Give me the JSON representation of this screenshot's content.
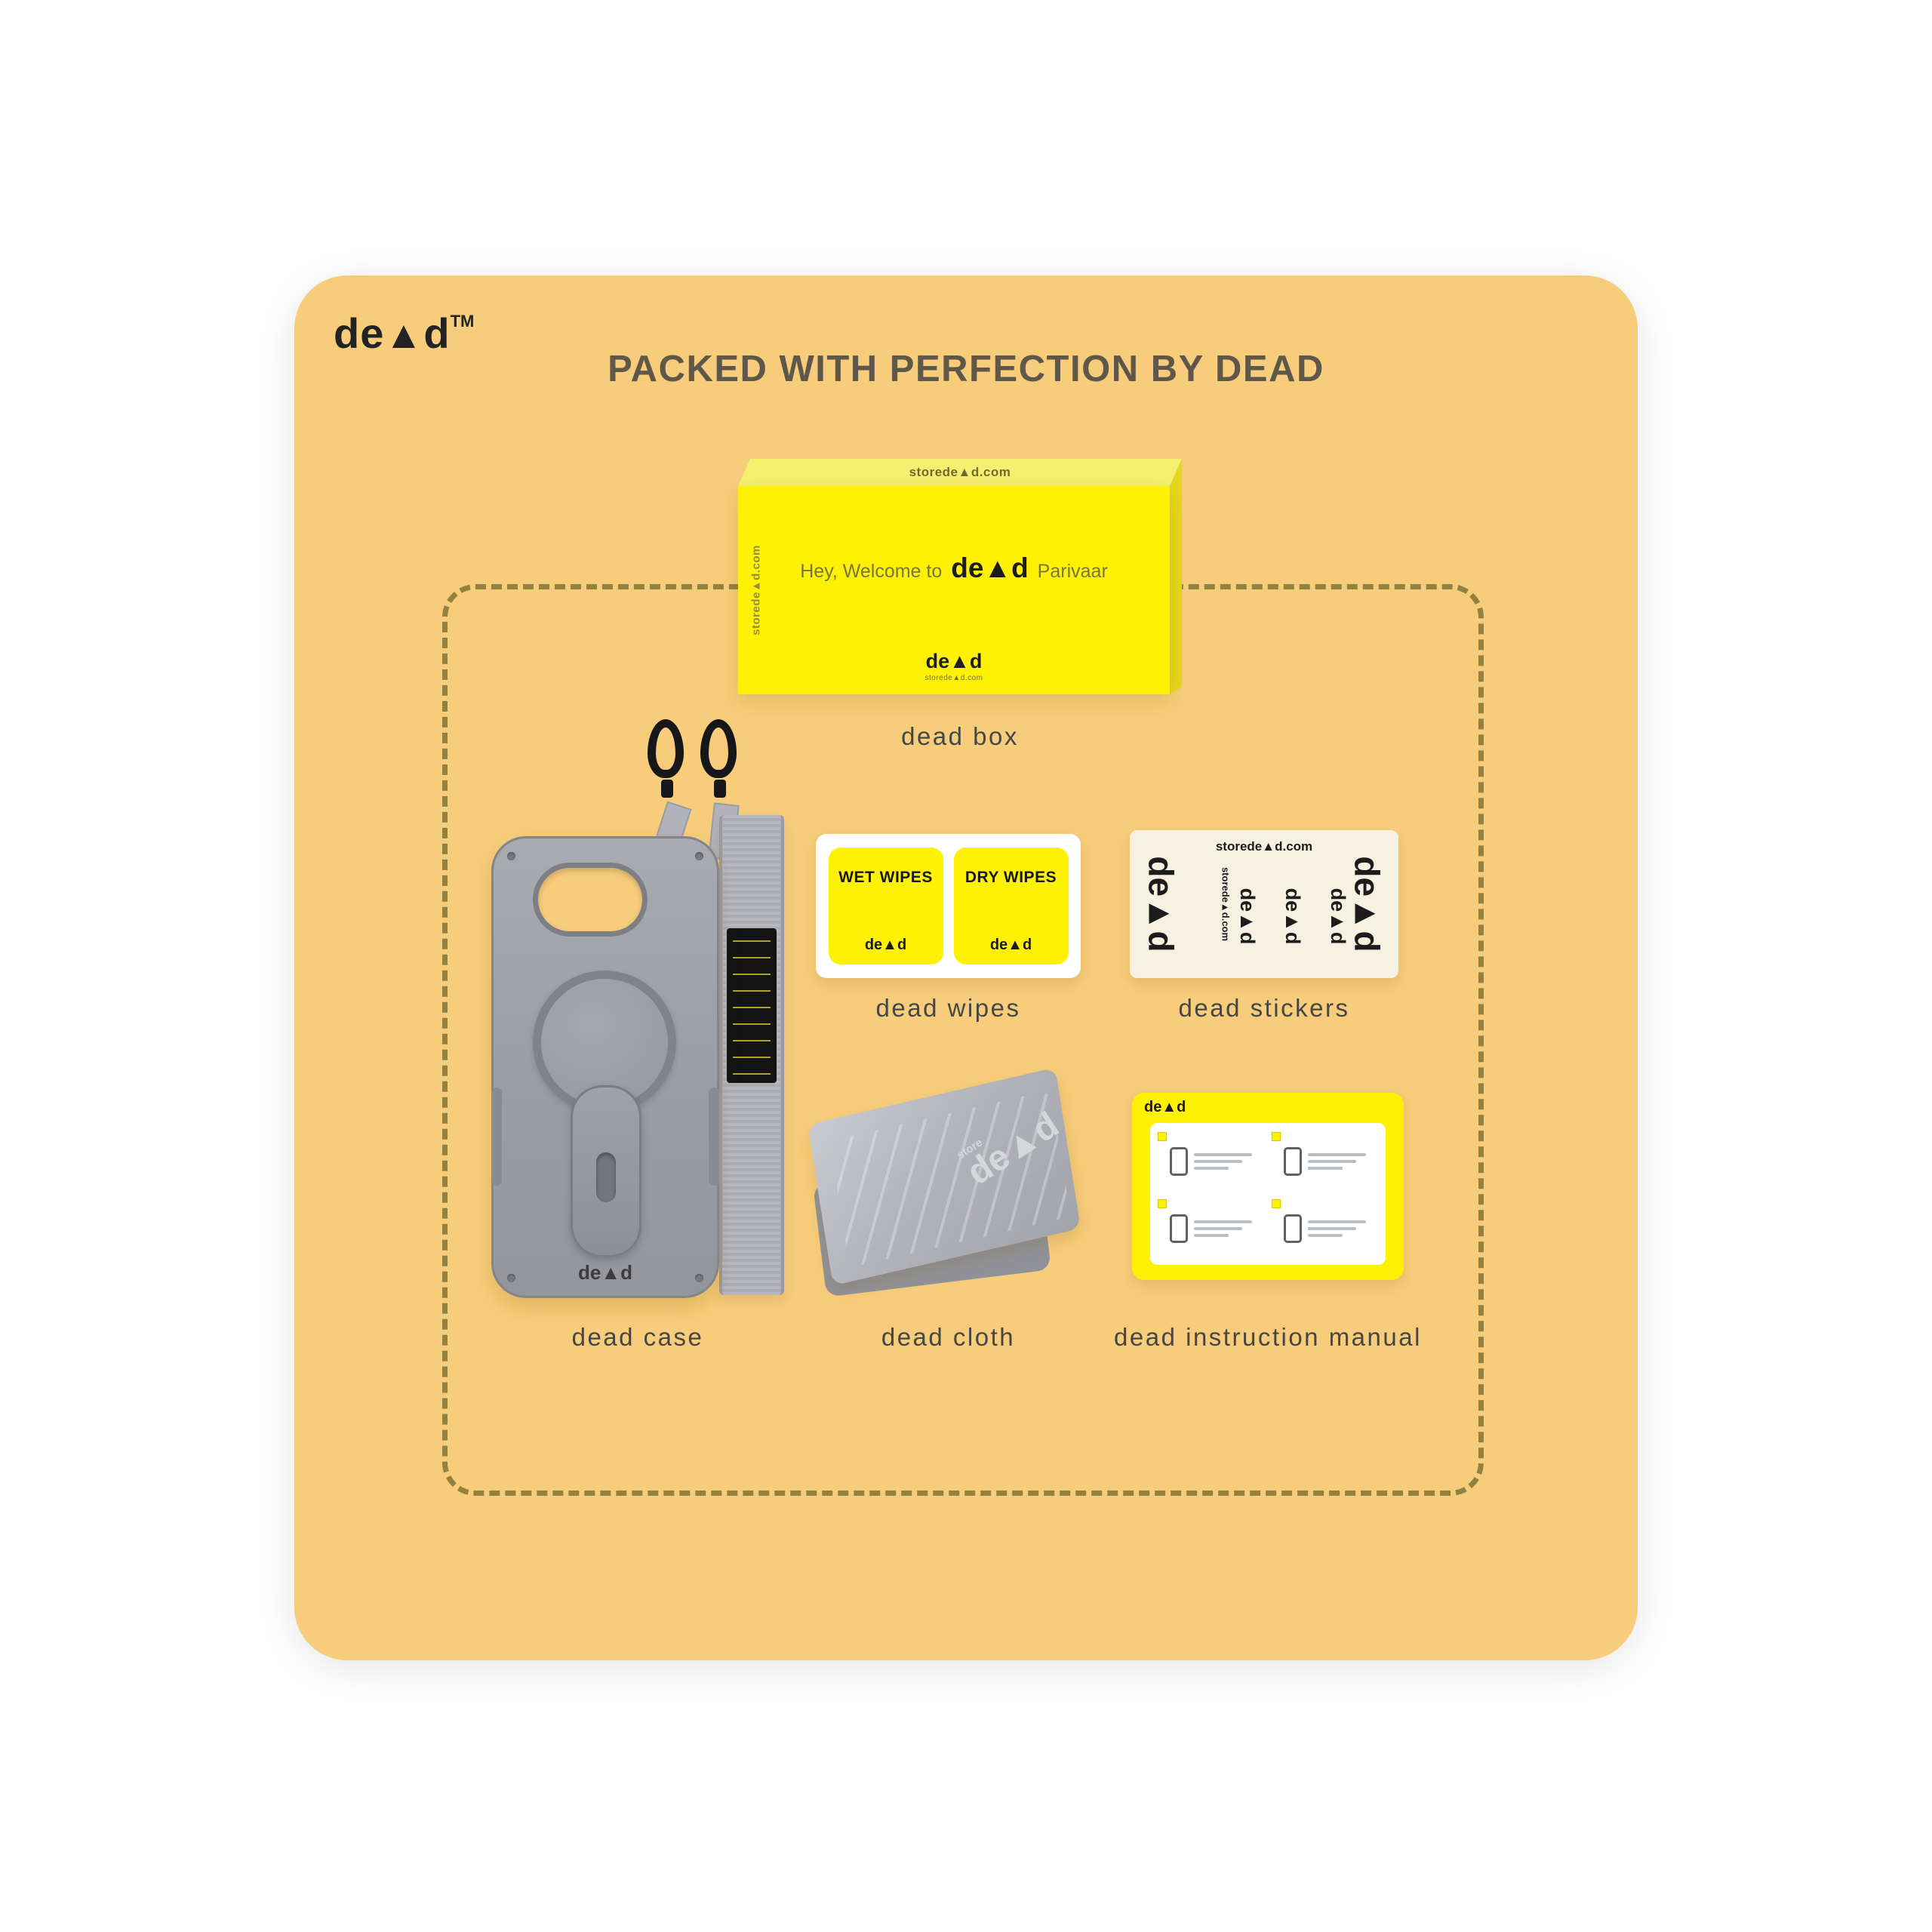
{
  "page": {
    "title": "PACKED WITH PERFECTION BY DEAD"
  },
  "brand": {
    "prefix": "de",
    "triangle": "▲",
    "suffix": "d",
    "tm": "TM",
    "full": "de▲d"
  },
  "dead_box": {
    "label": "dead box",
    "top_text": "storede▲d.com",
    "side_text": "storede▲d.com",
    "welcome_prefix": "Hey, Welcome to",
    "welcome_logo": "de▲d",
    "welcome_suffix": "Parivaar",
    "bottom_logo": "de▲d",
    "bottom_sub": "storede▲d.com"
  },
  "items": {
    "case": {
      "label": "dead case",
      "logo": "de▲d"
    },
    "wipes": {
      "label": "dead wipes",
      "tiles": [
        {
          "title": "WET WIPES",
          "logo": "de▲d"
        },
        {
          "title": "DRY WIPES",
          "logo": "de▲d"
        }
      ]
    },
    "stickers": {
      "label": "dead stickers",
      "top_text": "storede▲d.com",
      "left_large": "de▲d",
      "right_large": "de▲d",
      "vertical_small": "storede▲d.com",
      "mid_1": "de▲d",
      "mid_2": "de▲d",
      "mid_3": "de▲d"
    },
    "cloth": {
      "label": "dead cloth",
      "print_small": "store",
      "print_large": "de▲d"
    },
    "manual": {
      "label": "dead instruction manual",
      "logo": "de▲d"
    }
  }
}
